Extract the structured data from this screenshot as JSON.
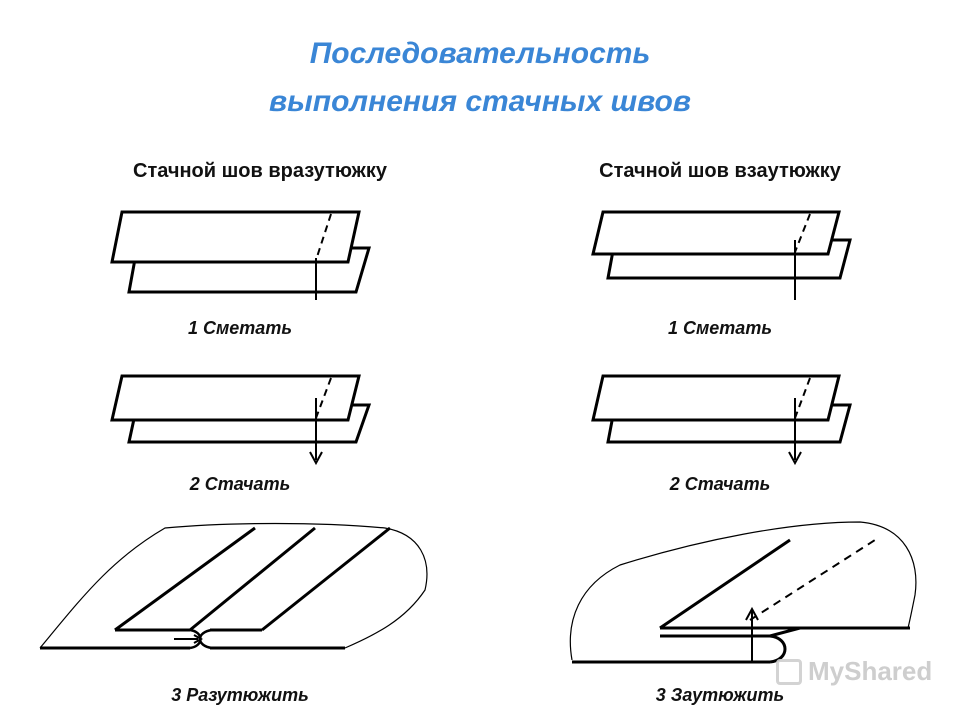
{
  "title": {
    "line1": "Последовательность",
    "line2": "выполнения стачных швов"
  },
  "columns": [
    {
      "heading": "Стачной шов  вразутюжку"
    },
    {
      "heading": "Стачной шов  взаутюжку"
    }
  ],
  "steps": {
    "left": [
      "1 Сметать",
      "2 Стачать",
      "3 Разутюжить"
    ],
    "right": [
      "1 Сметать",
      "2 Стачать",
      "3 Заутюжить"
    ]
  },
  "watermark": "MyShared",
  "colors": {
    "title": "#3a86d6",
    "lines": "#000000"
  }
}
